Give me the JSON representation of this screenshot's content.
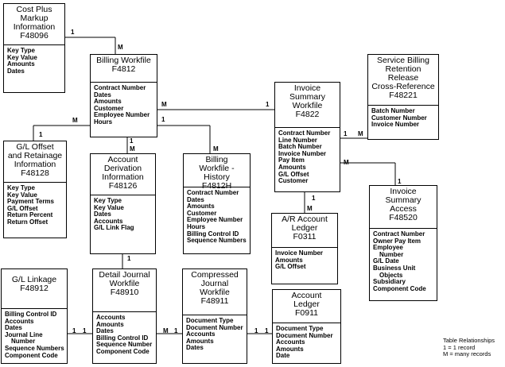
{
  "entities": {
    "cost_plus": {
      "title": [
        "Cost Plus",
        "Markup",
        "Information",
        "F48096"
      ],
      "fields": [
        "Key Type",
        "Key Value",
        "Amounts",
        "Dates"
      ]
    },
    "billing_workfile": {
      "title": [
        "Billing  Workfile",
        "F4812"
      ],
      "fields": [
        "Contract Number",
        "Dates",
        "Amounts",
        "Customer",
        "Employee Number",
        "Hours"
      ]
    },
    "service_billing": {
      "title": [
        "Service Billing",
        "Retention",
        "Release",
        "Cross-Reference",
        "F48221"
      ],
      "fields": [
        "Batch Number",
        "Customer Number",
        "Invoice Number"
      ]
    },
    "invoice_summary_workfile": {
      "title": [
        "Invoice",
        "Summary",
        "Workfile",
        "F4822"
      ],
      "fields": [
        "Contract Number",
        "Line Number",
        "Batch Number",
        "Invoice Number",
        "Pay Item",
        "Amounts",
        "G/L Offset",
        "Customer"
      ]
    },
    "gl_offset": {
      "title": [
        "G/L Offset",
        "and Retainage",
        "Information",
        "F48128"
      ],
      "fields": [
        "Key Type",
        "Key Value",
        "Payment Terms",
        "G/L Offset",
        "Return Percent",
        "Return Offset"
      ]
    },
    "account_derivation": {
      "title": [
        "Account",
        "Derivation",
        "Information",
        "F48126"
      ],
      "fields": [
        "Key Type",
        "Key Value",
        "Dates",
        "Accounts",
        "G/L Link Flag"
      ]
    },
    "billing_history": {
      "title": [
        "Billing",
        "Workfile - History",
        "F4812H"
      ],
      "fields": [
        "Contract Number",
        "Dates",
        "Amounts",
        "Customer",
        "Employee Number",
        "Hours",
        "Billing Control ID",
        "Sequence Numbers"
      ]
    },
    "ar_ledger": {
      "title": [
        "A/R Account",
        "Ledger",
        "F0311"
      ],
      "fields": [
        "Invoice Number",
        "Amounts",
        "G/L Offset"
      ]
    },
    "invoice_summary_access": {
      "title": [
        "Invoice",
        "Summary",
        "Access",
        "F48520"
      ],
      "fields": [
        "Contract Number",
        "Owner Pay Item",
        "Employee",
        "  Number",
        "G/L Date",
        "Business Unit",
        "  Objects",
        "Subsidiary",
        "Component Code"
      ]
    },
    "gl_linkage": {
      "title": [
        "G/L Linkage",
        "F48912"
      ],
      "fields": [
        "Billing Control ID",
        "Accounts",
        "Dates",
        "Journal Line",
        "  Number",
        "Sequence Numbers",
        "Component Code"
      ]
    },
    "detail_journal": {
      "title": [
        "Detail Journal",
        "Workfile",
        "F48910"
      ],
      "fields": [
        "Accounts",
        "Amounts",
        "Dates",
        "Billing Control ID",
        "Sequence Number",
        "Component Code"
      ]
    },
    "compressed_journal": {
      "title": [
        "Compressed",
        "Journal",
        "Workfile",
        "F48911"
      ],
      "fields": [
        "Document Type",
        "Document Number",
        "Accounts",
        "Amounts",
        "Dates"
      ]
    },
    "account_ledger": {
      "title": [
        "Account",
        "Ledger",
        "F0911"
      ],
      "fields": [
        "Document Type",
        "Document Number",
        "Accounts",
        "Amounts",
        "Date"
      ]
    }
  },
  "cardinality": {
    "one": "1",
    "many": "M"
  },
  "legend": {
    "title": "Table Relationships",
    "one_line": "1  =  1  record",
    "many_line": "M  =  many records"
  }
}
